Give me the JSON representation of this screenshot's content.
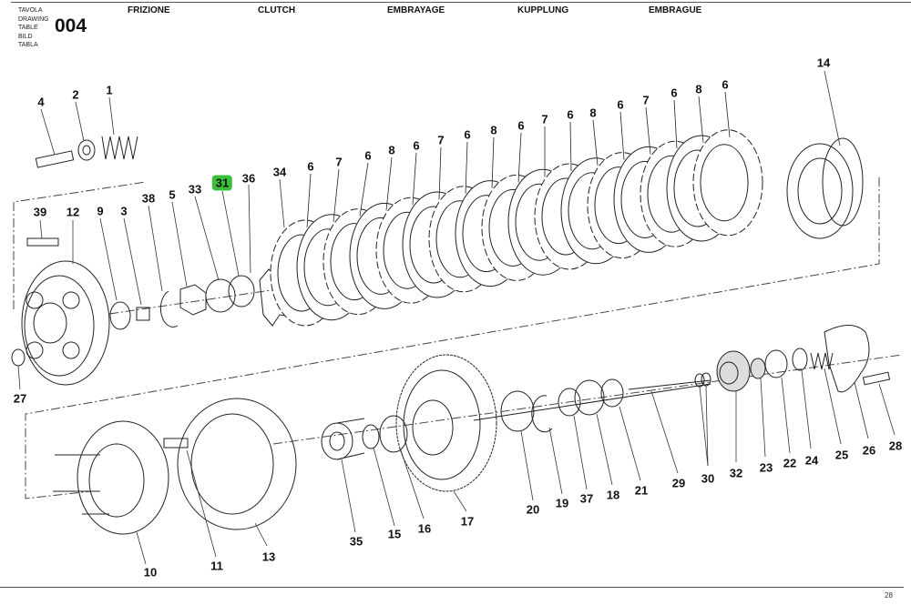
{
  "header": {
    "table_labels": [
      "TAVOLA",
      "DRAWING",
      "TABLE",
      "BILD",
      "TABLA"
    ],
    "table_number": "004",
    "titles": [
      "FRIZIONE",
      "CLUTCH",
      "EMBRAYAGE",
      "KUPPLUNG",
      "EMBRAGUE"
    ]
  },
  "footer": {
    "page_number": "28"
  },
  "highlight_color": "#3bbf3b",
  "callouts": [
    {
      "id": "c4",
      "text": "4"
    },
    {
      "id": "c2",
      "text": "2"
    },
    {
      "id": "c1",
      "text": "1"
    },
    {
      "id": "c14",
      "text": "14"
    },
    {
      "id": "c39",
      "text": "39"
    },
    {
      "id": "c12",
      "text": "12"
    },
    {
      "id": "c9",
      "text": "9"
    },
    {
      "id": "c3",
      "text": "3"
    },
    {
      "id": "c38",
      "text": "38"
    },
    {
      "id": "c5",
      "text": "5"
    },
    {
      "id": "c33",
      "text": "33"
    },
    {
      "id": "c31",
      "text": "31",
      "highlighted": true
    },
    {
      "id": "c36",
      "text": "36"
    },
    {
      "id": "c34",
      "text": "34"
    },
    {
      "id": "p1",
      "text": "6"
    },
    {
      "id": "p2",
      "text": "7"
    },
    {
      "id": "p3",
      "text": "6"
    },
    {
      "id": "p4",
      "text": "8"
    },
    {
      "id": "p5",
      "text": "6"
    },
    {
      "id": "p6",
      "text": "7"
    },
    {
      "id": "p7",
      "text": "6"
    },
    {
      "id": "p8",
      "text": "8"
    },
    {
      "id": "p9",
      "text": "6"
    },
    {
      "id": "p10",
      "text": "7"
    },
    {
      "id": "p11",
      "text": "6"
    },
    {
      "id": "p12",
      "text": "8"
    },
    {
      "id": "p13",
      "text": "6"
    },
    {
      "id": "p14",
      "text": "7"
    },
    {
      "id": "p15",
      "text": "6"
    },
    {
      "id": "p16",
      "text": "8"
    },
    {
      "id": "p17",
      "text": "6"
    },
    {
      "id": "c27",
      "text": "27"
    },
    {
      "id": "c10",
      "text": "10"
    },
    {
      "id": "c11",
      "text": "11"
    },
    {
      "id": "c13",
      "text": "13"
    },
    {
      "id": "c35",
      "text": "35"
    },
    {
      "id": "c15",
      "text": "15"
    },
    {
      "id": "c16",
      "text": "16"
    },
    {
      "id": "c17",
      "text": "17"
    },
    {
      "id": "c20",
      "text": "20"
    },
    {
      "id": "c19",
      "text": "19"
    },
    {
      "id": "c37",
      "text": "37"
    },
    {
      "id": "c18",
      "text": "18"
    },
    {
      "id": "c21",
      "text": "21"
    },
    {
      "id": "c29",
      "text": "29"
    },
    {
      "id": "c30",
      "text": "30"
    },
    {
      "id": "c32",
      "text": "32"
    },
    {
      "id": "c23",
      "text": "23"
    },
    {
      "id": "c22",
      "text": "22"
    },
    {
      "id": "c24",
      "text": "24"
    },
    {
      "id": "c25",
      "text": "25"
    },
    {
      "id": "c26",
      "text": "26"
    },
    {
      "id": "c28",
      "text": "28"
    }
  ]
}
